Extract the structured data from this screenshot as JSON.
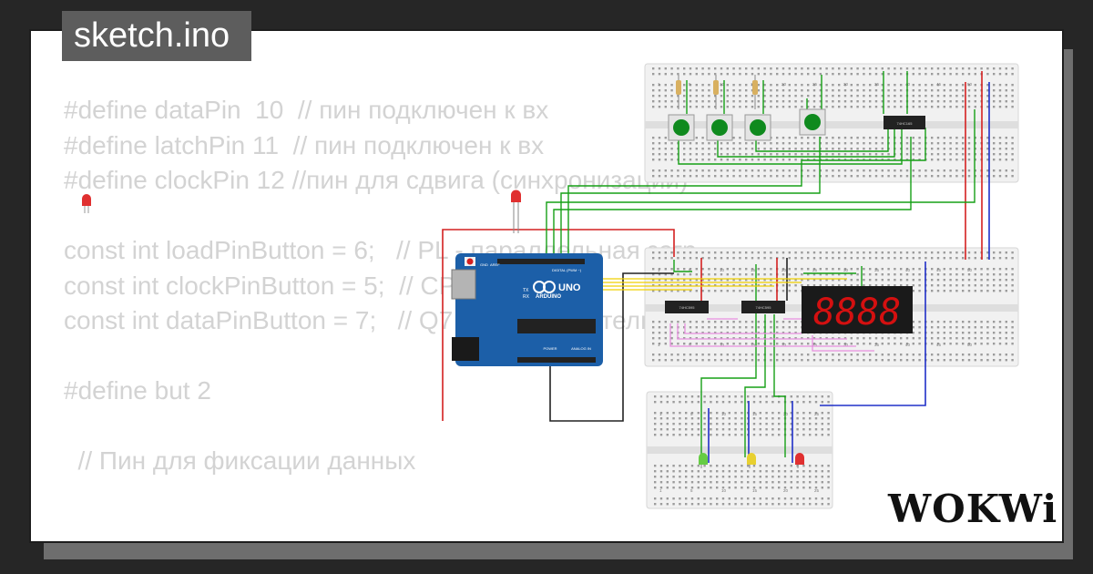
{
  "header": {
    "filename": "sketch.ino"
  },
  "code_lines": [
    "#define dataPin  10  // пин подключен к вх",
    "#define latchPin 11  // пин подключен к вх",
    "#define clockPin 12 //пин для сдвига (синхронизации)",
    "",
    "const int loadPinButton = 6;   // PL - параллельная загр",
    "const int clockPinButton = 5;  // CP - сдвиг",
    "const int dataPinButton = 7;   // Q7 - последовательный",
    "",
    "#define but 2",
    "",
    "  // Пин для фиксации данных"
  ],
  "board": {
    "name": "UNO",
    "brand": "ARDUINO",
    "digital_label": "DIGITAL (PWM ~)",
    "analog_label": "ANALOG IN",
    "power_label": "POWER",
    "tx_label": "TX",
    "rx_label": "RX",
    "aref_label": "AREF",
    "gnd_label": "GND"
  },
  "chips": [
    {
      "label": "74HC595"
    },
    {
      "label": "74HC595"
    },
    {
      "label": "74HC165"
    }
  ],
  "display": {
    "digits": "8888"
  },
  "breadboard_numbers": [
    "1",
    "5",
    "10",
    "15",
    "20",
    "25",
    "30",
    "35",
    "40",
    "45",
    "50",
    "55",
    "60"
  ],
  "logo": {
    "text": "WOKWi"
  },
  "colors": {
    "background": "#262626",
    "card": "#ffffff",
    "code_text": "#d3d3d3",
    "board": "#1c5fa8",
    "wire_green": "#16a016",
    "wire_red": "#d42020",
    "wire_blue": "#2030c8",
    "wire_yellow": "#f0d000",
    "wire_pink": "#e890e0",
    "segment_red": "#d41010",
    "button_green": "#0f8a1e"
  }
}
